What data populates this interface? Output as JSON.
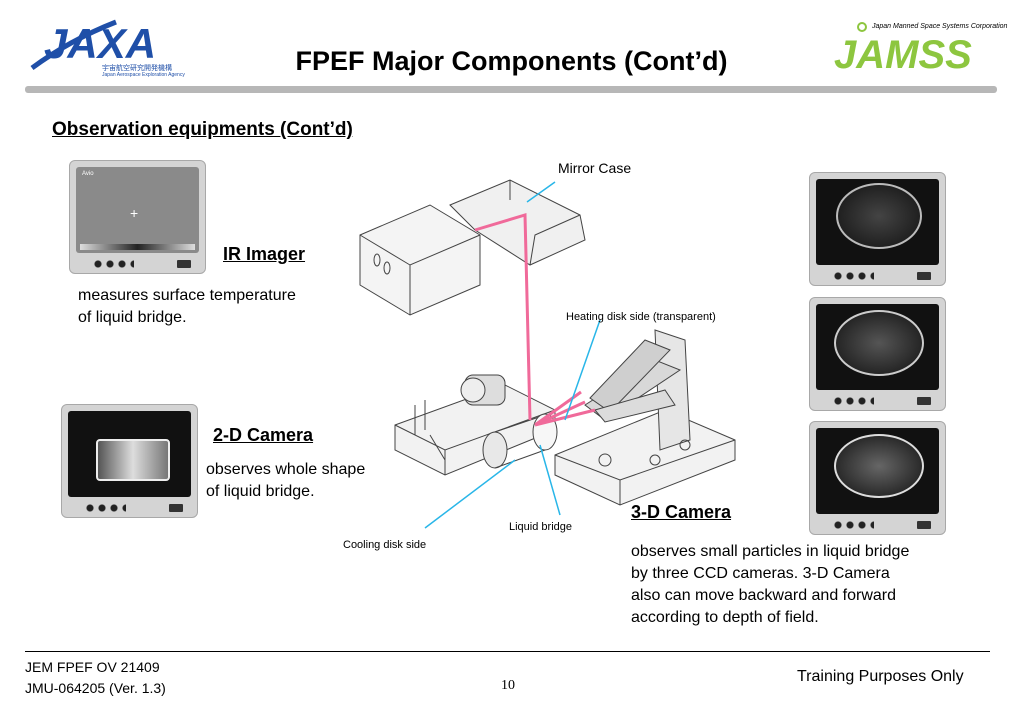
{
  "header": {
    "title": "FPEF Major Components (Cont’d)",
    "jaxa_logo_text": "JAXA",
    "jaxa_logo_subtext_jp": "宇宙航空研究開発機構",
    "jaxa_logo_subtext_en": "Japan Aerospace Exploration Agency",
    "jamss_logo_text": "JAMSS",
    "jamss_logo_subtext": "Japan Manned Space Systems Corporation"
  },
  "section": {
    "title": "Observation equipments (Cont’d)"
  },
  "ir_imager": {
    "label": "IR Imager",
    "desc_line1": "measures surface temperature",
    "desc_line2": "of liquid bridge."
  },
  "camera_2d": {
    "label": "2-D Camera",
    "desc_line1": "observes whole shape",
    "desc_line2": "of liquid bridge."
  },
  "camera_3d": {
    "label": "3-D Camera",
    "desc_line1": "observes small particles in liquid bridge",
    "desc_line2": "by three CCD cameras. 3-D Camera",
    "desc_line3": "also can move backward and forward",
    "desc_line4": "according to depth of field."
  },
  "diagram": {
    "mirror_case": "Mirror Case",
    "heating_disk": "Heating disk side (transparent)",
    "liquid_bridge": "Liquid bridge",
    "cooling_disk": "Cooling disk side",
    "pointer_color": "#29b6e8",
    "beam_color": "#f06a9a"
  },
  "footer": {
    "doc_id": "JEM FPEF OV 21409",
    "doc_ver": "JMU-064205 (Ver. 1.3)",
    "page_number": "10",
    "notice": "Training Purposes Only"
  }
}
